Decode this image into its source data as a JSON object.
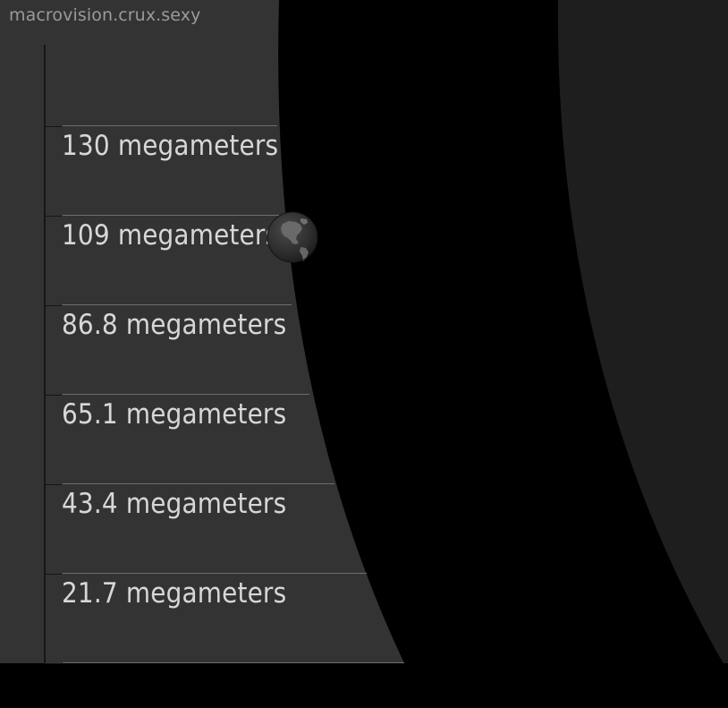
{
  "site": {
    "title": "macrovision.crux.sexy"
  },
  "scale": {
    "unit": "megameters",
    "labels": [
      "130 megameters",
      "109 megameters",
      "86.8 megameters",
      "65.1 megameters",
      "43.4 megameters",
      "21.7 megameters"
    ]
  },
  "objects": {
    "earth_icon": "earth-globe-icon"
  },
  "colors": {
    "background": "#000000",
    "panel": "#333333",
    "outer_band": "#1e1e1e",
    "text": "#d7d7d7",
    "site_title": "#9a9a9a",
    "grid_line": "#6e6e6e"
  }
}
